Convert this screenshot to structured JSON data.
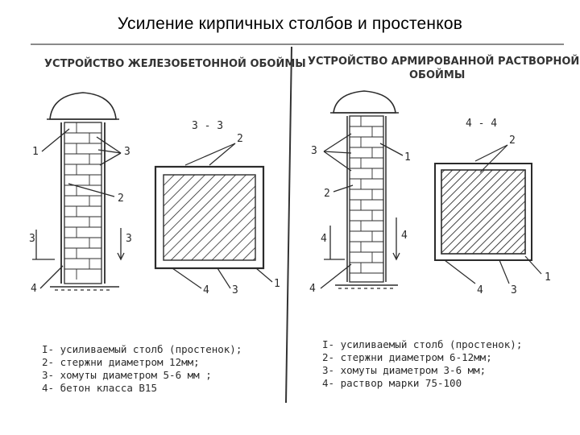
{
  "slide": {
    "title": "Усиление кирпичных столбов и простенков"
  },
  "left_panel": {
    "heading": "УСТРОЙСТВО ЖЕЛЕЗОБЕТОННОЙ ОБОЙМЫ",
    "section_label": "3 - 3",
    "callouts": [
      "1",
      "3",
      "2",
      "3",
      "3",
      "4",
      "4",
      "3",
      "1",
      "2"
    ],
    "legend": [
      "I- усиливаемый столб (простенок);",
      "2- стержни диаметром 12мм;",
      "3- хомуты диаметром 5-6 мм ;",
      "4- бетон класса В15"
    ]
  },
  "right_panel": {
    "heading_line1": "УСТРОЙСТВО АРМИРОВАННОЙ РАСТВОРНОЙ",
    "heading_line2": "ОБОЙМЫ",
    "section_label": "4 - 4",
    "callouts": [
      "3",
      "1",
      "2",
      "4",
      "4",
      "2",
      "4",
      "3",
      "1",
      "4"
    ],
    "legend": [
      "I- усиливаемый столб (простенок);",
      "2- стержни диаметром 6-12мм;",
      "3- хомуты диаметром 3-6 мм;",
      "4- раствор марки 75-100"
    ]
  },
  "colors": {
    "ink": "#2b2b2b",
    "paper": "#ffffff"
  }
}
